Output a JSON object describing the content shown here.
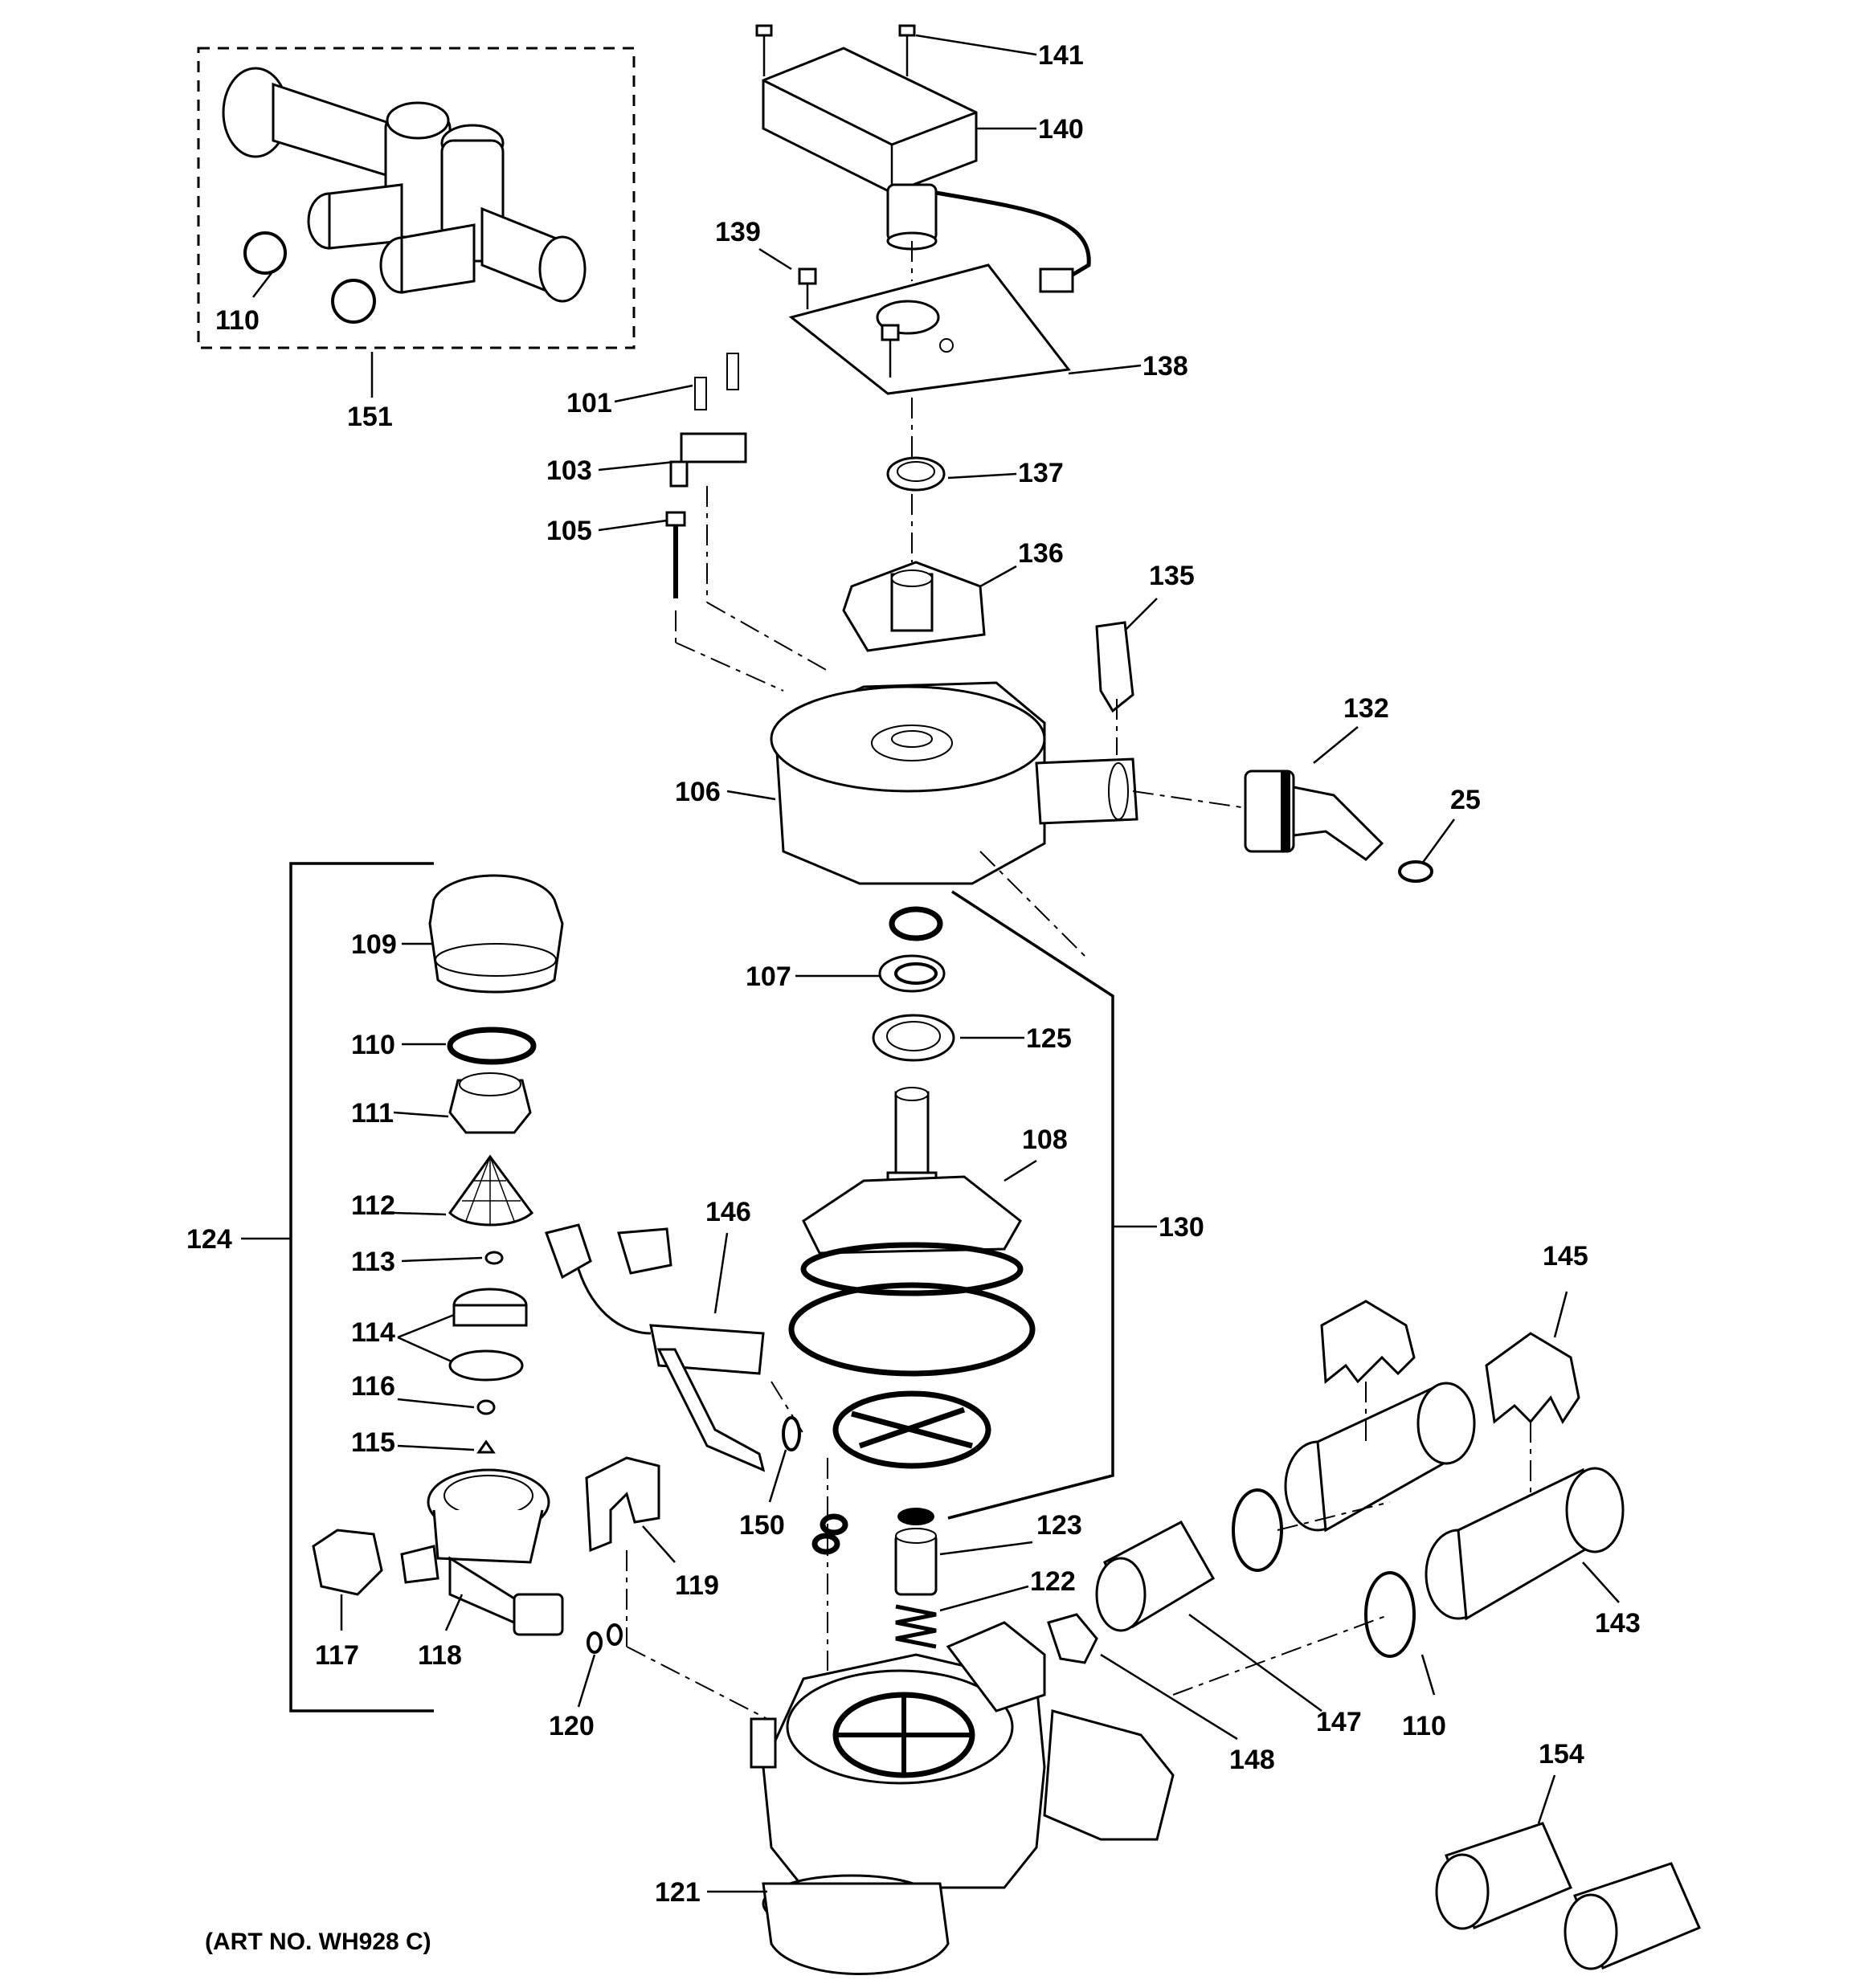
{
  "diagram": {
    "art_number": "(ART NO. WH928 C)",
    "callouts": {
      "c141": "141",
      "c140": "140",
      "c139": "139",
      "c138": "138",
      "c137": "137",
      "c136": "136",
      "c135": "135",
      "c132": "132",
      "c25": "25",
      "c101": "101",
      "c103": "103",
      "c105": "105",
      "c106": "106",
      "c110a": "110",
      "c151": "151",
      "c109": "109",
      "c110b": "110",
      "c111": "111",
      "c112": "112",
      "c113": "113",
      "c114": "114",
      "c116": "116",
      "c115": "115",
      "c124": "124",
      "c117": "117",
      "c118": "118",
      "c120": "120",
      "c107": "107",
      "c125": "125",
      "c108": "108",
      "c130": "130",
      "c146": "146",
      "c150": "150",
      "c119": "119",
      "c123": "123",
      "c122": "122",
      "c121": "121",
      "c148": "148",
      "c147": "147",
      "c110c": "110",
      "c145": "145",
      "c143": "143",
      "c154": "154"
    }
  }
}
